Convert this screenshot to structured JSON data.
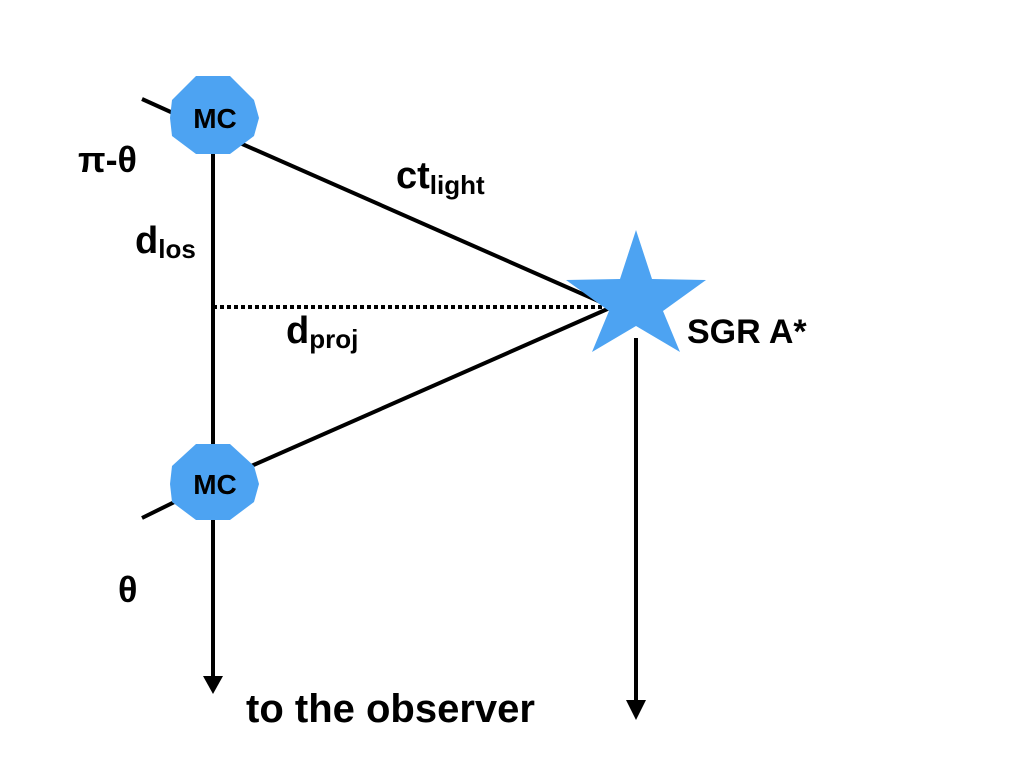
{
  "colors": {
    "accent": "#4da3f2",
    "ink": "#000000"
  },
  "nodes": {
    "mc_top": "MC",
    "mc_bottom": "MC",
    "star": "SGR A*"
  },
  "labels": {
    "angle_top": "π-θ",
    "angle_bottom": "θ",
    "ct_main": "ct",
    "ct_sub": "light",
    "dlos_main": "d",
    "dlos_sub": "los",
    "dproj_main": "d",
    "dproj_sub": "proj",
    "observer": "to the observer"
  },
  "icons": {
    "star": "star-icon",
    "mc": "octagon-icon"
  }
}
